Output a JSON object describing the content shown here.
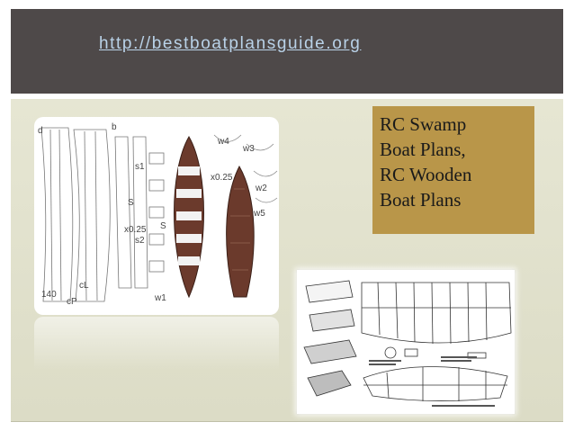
{
  "header": {
    "url": "http://bestboatplansguide.org",
    "background": "#4e4949",
    "link_color": "#b9d2e8"
  },
  "caption": {
    "lines": [
      "RC Swamp",
      "Boat Plans,",
      "RC Wooden",
      "Boat Plans"
    ],
    "background": "#b99649"
  },
  "images": {
    "plan_pieces": {
      "labels": [
        "d",
        "b",
        "s1",
        "s2",
        "S",
        "S",
        "w1",
        "w2",
        "w3",
        "w4",
        "w5",
        "x0.25",
        "x0.25",
        "140",
        "cL",
        "cP"
      ]
    },
    "plan_sheet": {
      "icon": "boat-blueprint-icon"
    }
  }
}
